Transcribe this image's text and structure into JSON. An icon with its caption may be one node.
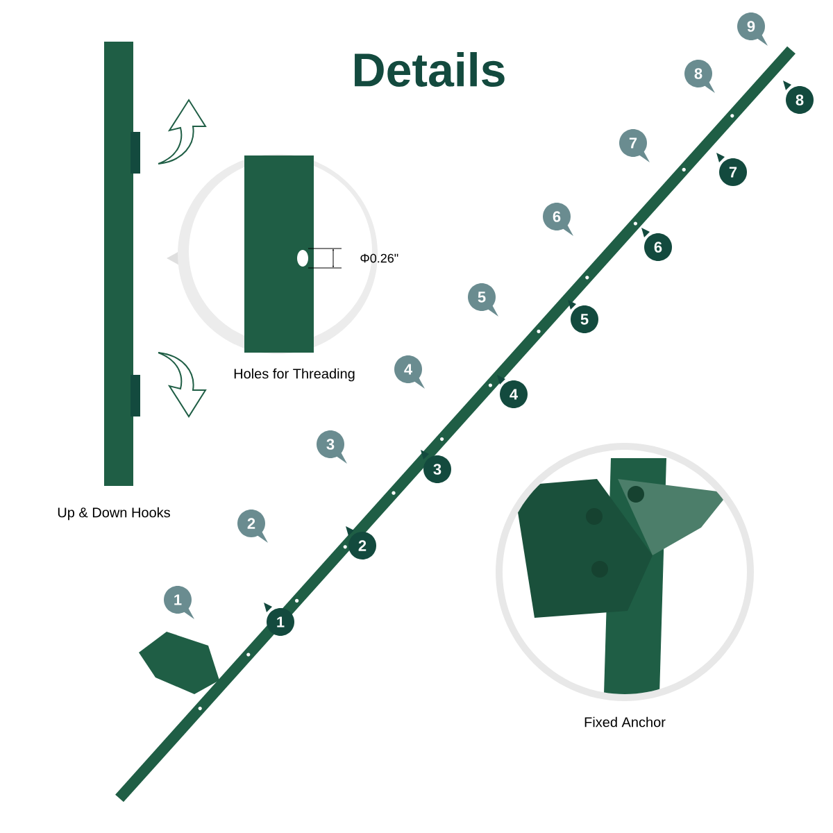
{
  "diagram": {
    "title": "Details",
    "nodes": [
      {
        "text": [
          "9"
        ]
      },
      {
        "text": [
          "8"
        ]
      },
      {
        "text": [
          "8"
        ]
      },
      {
        "text": [
          "7"
        ]
      },
      {
        "text": [
          "7"
        ]
      },
      {
        "text": [
          "6"
        ]
      },
      {
        "text": [
          "6"
        ]
      },
      {
        "text": [
          "5"
        ]
      },
      {
        "text": [
          "5"
        ]
      },
      {
        "text": [
          "4"
        ]
      },
      {
        "text": [
          "4"
        ]
      },
      {
        "text": [
          "3"
        ]
      },
      {
        "text": [
          "3"
        ]
      },
      {
        "text": [
          "2"
        ]
      },
      {
        "text": [
          "2"
        ]
      },
      {
        "text": [
          "1"
        ]
      },
      {
        "text": [
          "1"
        ]
      }
    ],
    "labels": [
      "Φ0.26\"",
      "Holes for Threading",
      "Up & Down Hooks",
      "Fixed Anchor"
    ]
  }
}
